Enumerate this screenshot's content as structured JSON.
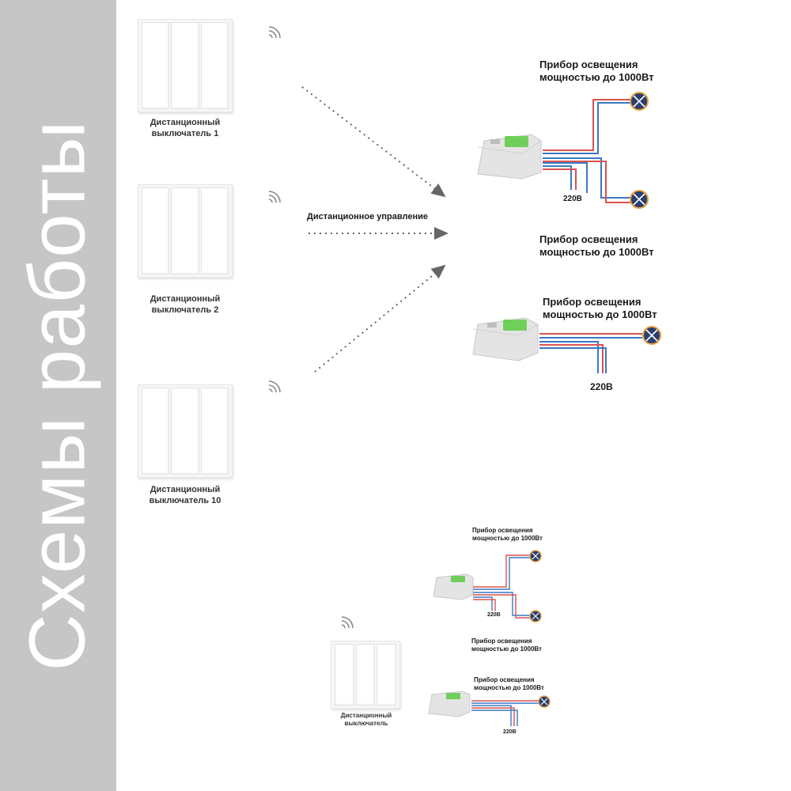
{
  "sidebar": {
    "title": "Схемы работы"
  },
  "switches": [
    {
      "line1": "Дистанционный",
      "line2": "выключатель 1"
    },
    {
      "line1": "Дистанционный",
      "line2": "выключатель 2"
    },
    {
      "line1": "Дистанционный",
      "line2": "выключатель 10"
    }
  ],
  "control_label": "Дистанционное управление",
  "scheme_big": {
    "top_title": {
      "line1": "Прибор освещения",
      "line2": "мощностью до 1000Вт"
    },
    "top_voltage": "220В",
    "mid_title": {
      "line1": "Прибор освещения",
      "line2": "мощностью до 1000Вт"
    },
    "bottom_title": {
      "line1": "Прибор освещения",
      "line2": "мощностью до 1000Вт"
    },
    "bottom_voltage": "220В"
  },
  "small_switch": {
    "line1": "Дистанционный",
    "line2": "выключатель"
  },
  "scheme_small": {
    "top_title": {
      "line1": "Прибор освещения",
      "line2": "мощностью до 1000Вт"
    },
    "top_voltage": "220В",
    "mid_title": {
      "line1": "Прибор освещения",
      "line2": "мощностью до 1000Вт"
    },
    "bottom_title": {
      "line1": "Прибор освещения",
      "line2": "мощностью до 1000Вт"
    },
    "bottom_voltage": "220В"
  },
  "colors": {
    "sidebar": "#c6c6c6",
    "wire_red": "#d9534f",
    "wire_blue": "#3a78c4",
    "lamp": "#2b3f70",
    "arrow": "#666666"
  }
}
